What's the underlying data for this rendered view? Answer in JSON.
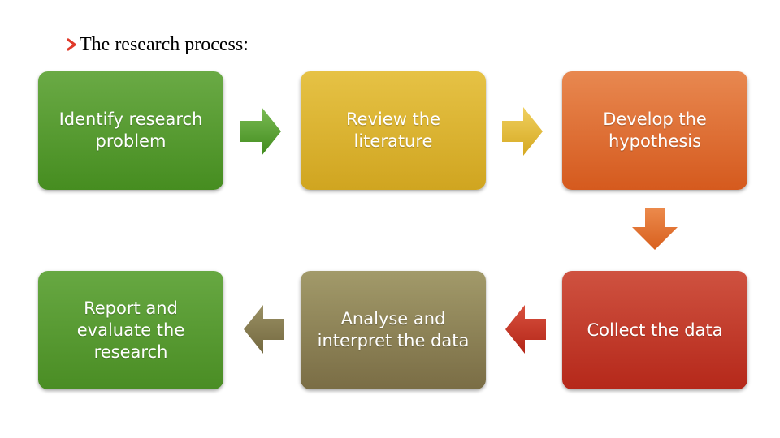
{
  "heading": {
    "text": "The research process:",
    "bullet_icon": "chevron-right-icon",
    "bullet_color": "#e03a2a"
  },
  "steps": [
    {
      "label": "Identify research\nproblem",
      "color": "#5a9c33"
    },
    {
      "label": "Review the\nliterature",
      "color": "#dcb432"
    },
    {
      "label": "Develop the\nhypothesis",
      "color": "#df7238"
    },
    {
      "label": "Collect the data",
      "color": "#c33c2c"
    },
    {
      "label": "Analyse and\ninterpret the data",
      "color": "#8e8458"
    },
    {
      "label": "Report and\nevaluate the\nresearch",
      "color": "#5a9c33"
    }
  ],
  "arrows": [
    {
      "from": "Identify research problem",
      "to": "Review the literature",
      "direction": "right",
      "color": "#5aa236"
    },
    {
      "from": "Review the literature",
      "to": "Develop the hypothesis",
      "direction": "right",
      "color": "#e0b838"
    },
    {
      "from": "Develop the hypothesis",
      "to": "Collect the data",
      "direction": "down",
      "color": "#e07030"
    },
    {
      "from": "Collect the data",
      "to": "Analyse and interpret the data",
      "direction": "left",
      "color": "#c8382a"
    },
    {
      "from": "Analyse and interpret the data",
      "to": "Report and evaluate the research",
      "direction": "left",
      "color": "#847a50"
    }
  ]
}
